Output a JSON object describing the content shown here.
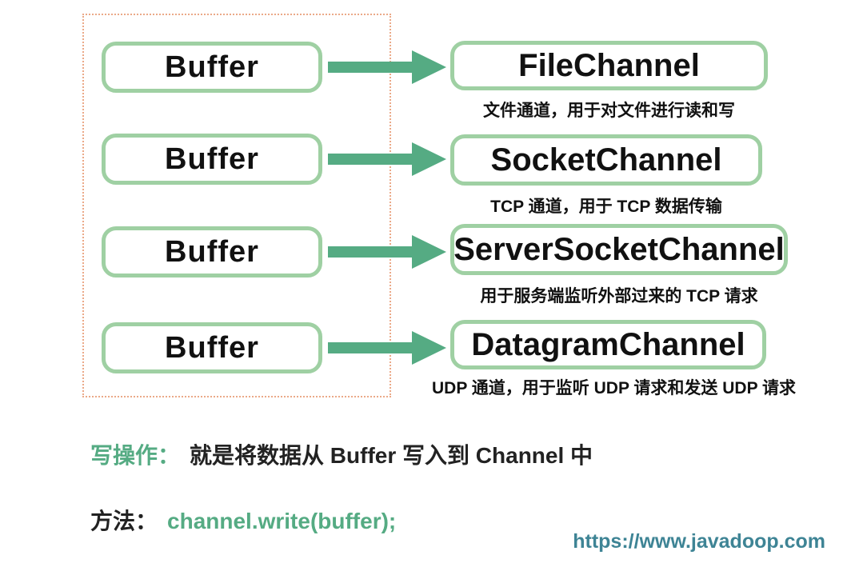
{
  "colors": {
    "accent_green": "#55ab83",
    "box_border_green": "#9fd0a3",
    "dashed_frame": "#eba988",
    "text_dark": "#111111",
    "url_teal": "#3e8495"
  },
  "diagram": {
    "rows": [
      {
        "source": "Buffer",
        "target": "FileChannel",
        "caption": "文件通道，用于对文件进行读和写"
      },
      {
        "source": "Buffer",
        "target": "SocketChannel",
        "caption": "TCP 通道，用于 TCP 数据传输"
      },
      {
        "source": "Buffer",
        "target": "ServerSocketChannel",
        "caption": "用于服务端监听外部过来的 TCP 请求"
      },
      {
        "source": "Buffer",
        "target": "DatagramChannel",
        "caption": "UDP 通道，用于监听 UDP 请求和发送 UDP 请求"
      }
    ]
  },
  "notes": {
    "write_label": "写操作：",
    "write_text": "就是将数据从 Buffer 写入到 Channel 中",
    "method_label": "方法：",
    "method_code": "channel.write(buffer);"
  },
  "footer": {
    "url": "https://www.javadoop.com"
  }
}
